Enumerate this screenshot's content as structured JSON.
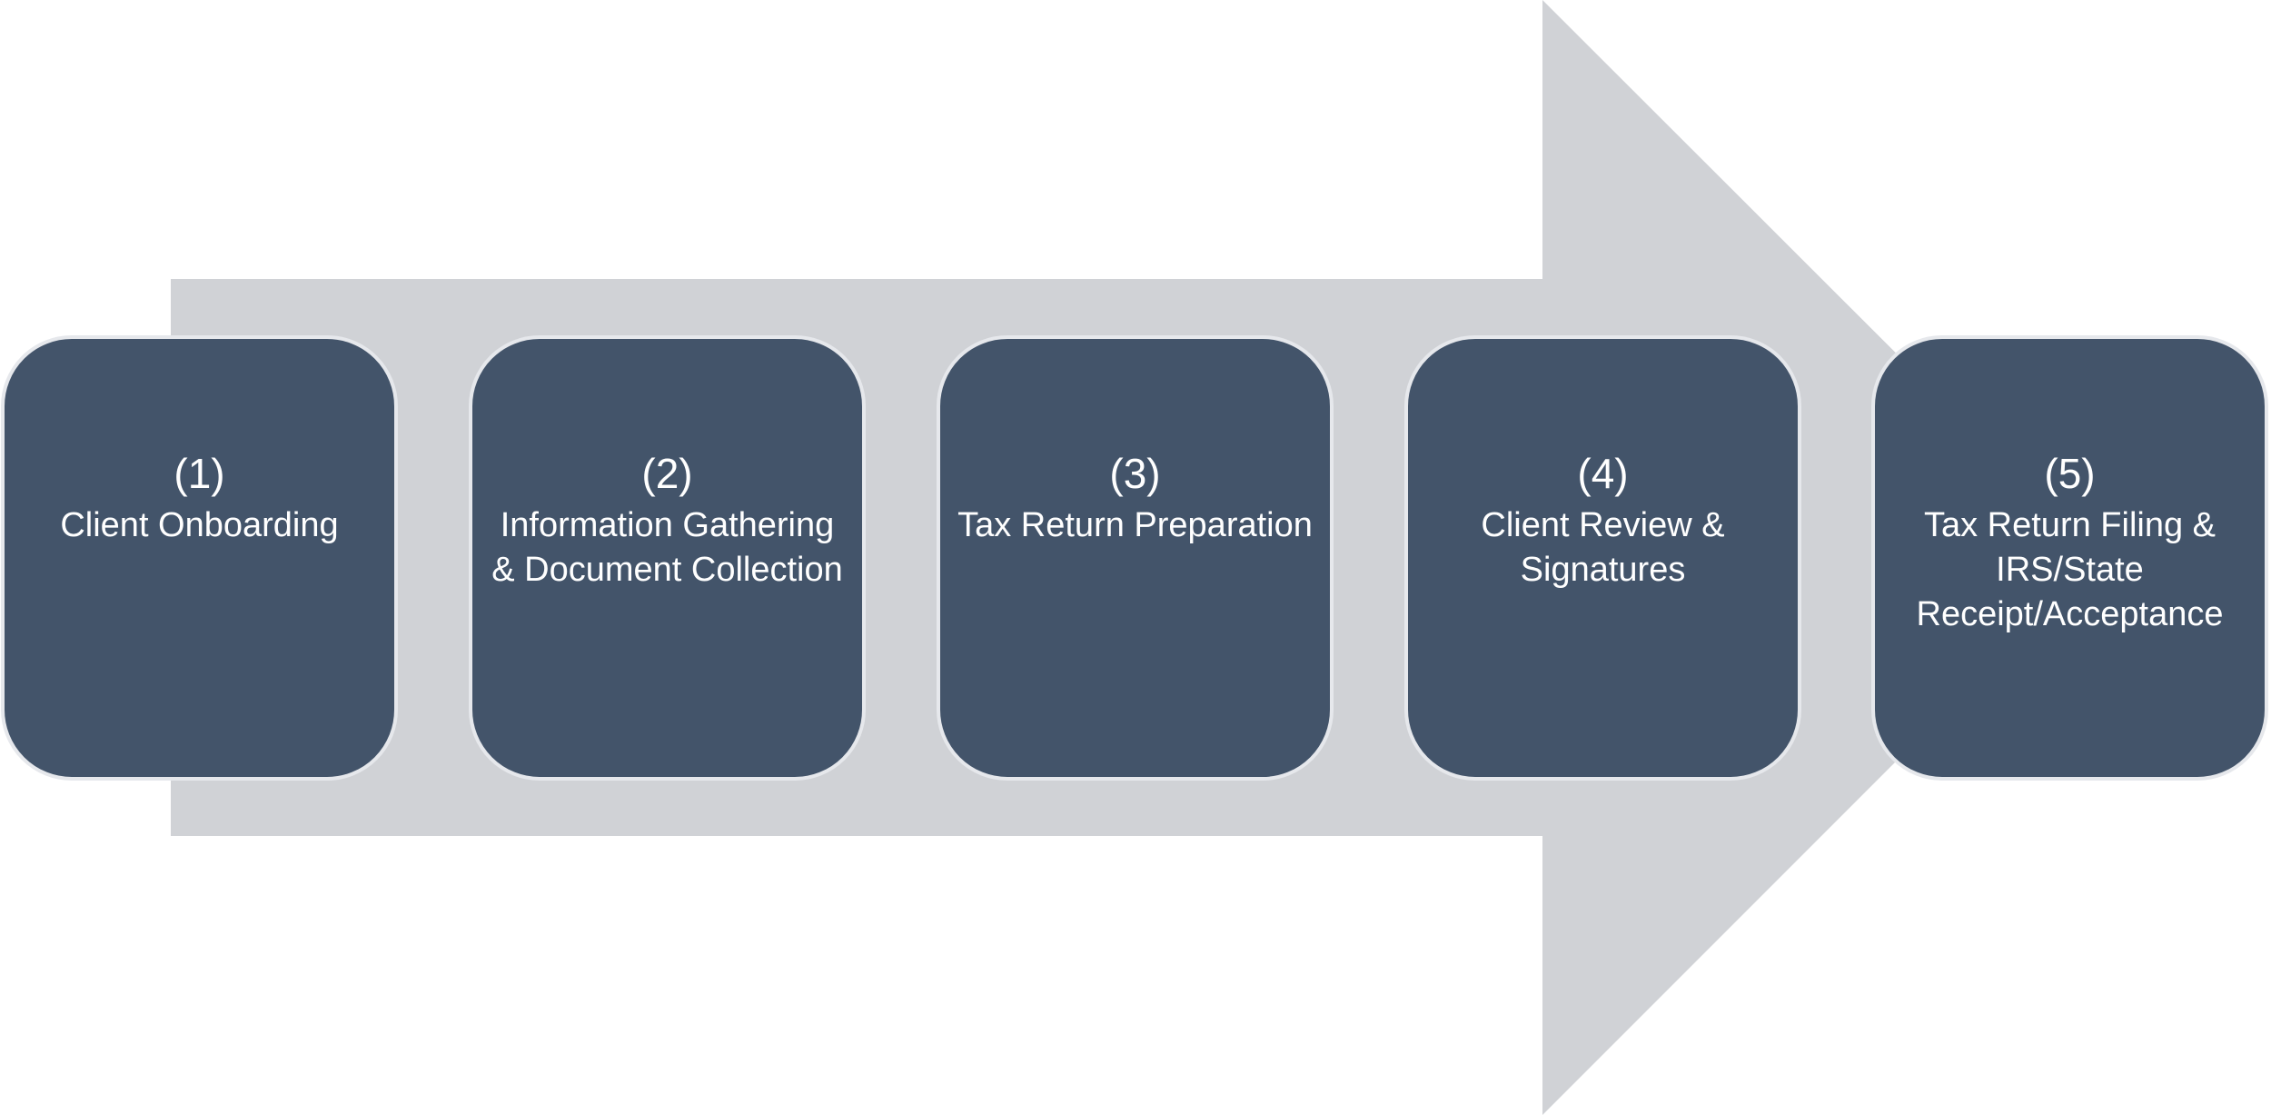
{
  "colors": {
    "arrow": "#d0d2d6",
    "step_fill": "#43546a",
    "step_border": "#e6e8ec",
    "step_text": "#ffffff"
  },
  "steps": [
    {
      "number": "(1)",
      "label": "Client Onboarding"
    },
    {
      "number": "(2)",
      "label": "Information Gathering & Document Collection"
    },
    {
      "number": "(3)",
      "label": "Tax Return Preparation"
    },
    {
      "number": "(4)",
      "label": "Client Review & Signatures"
    },
    {
      "number": "(5)",
      "label": "Tax Return Filing & IRS/State Receipt/Acceptance"
    }
  ]
}
